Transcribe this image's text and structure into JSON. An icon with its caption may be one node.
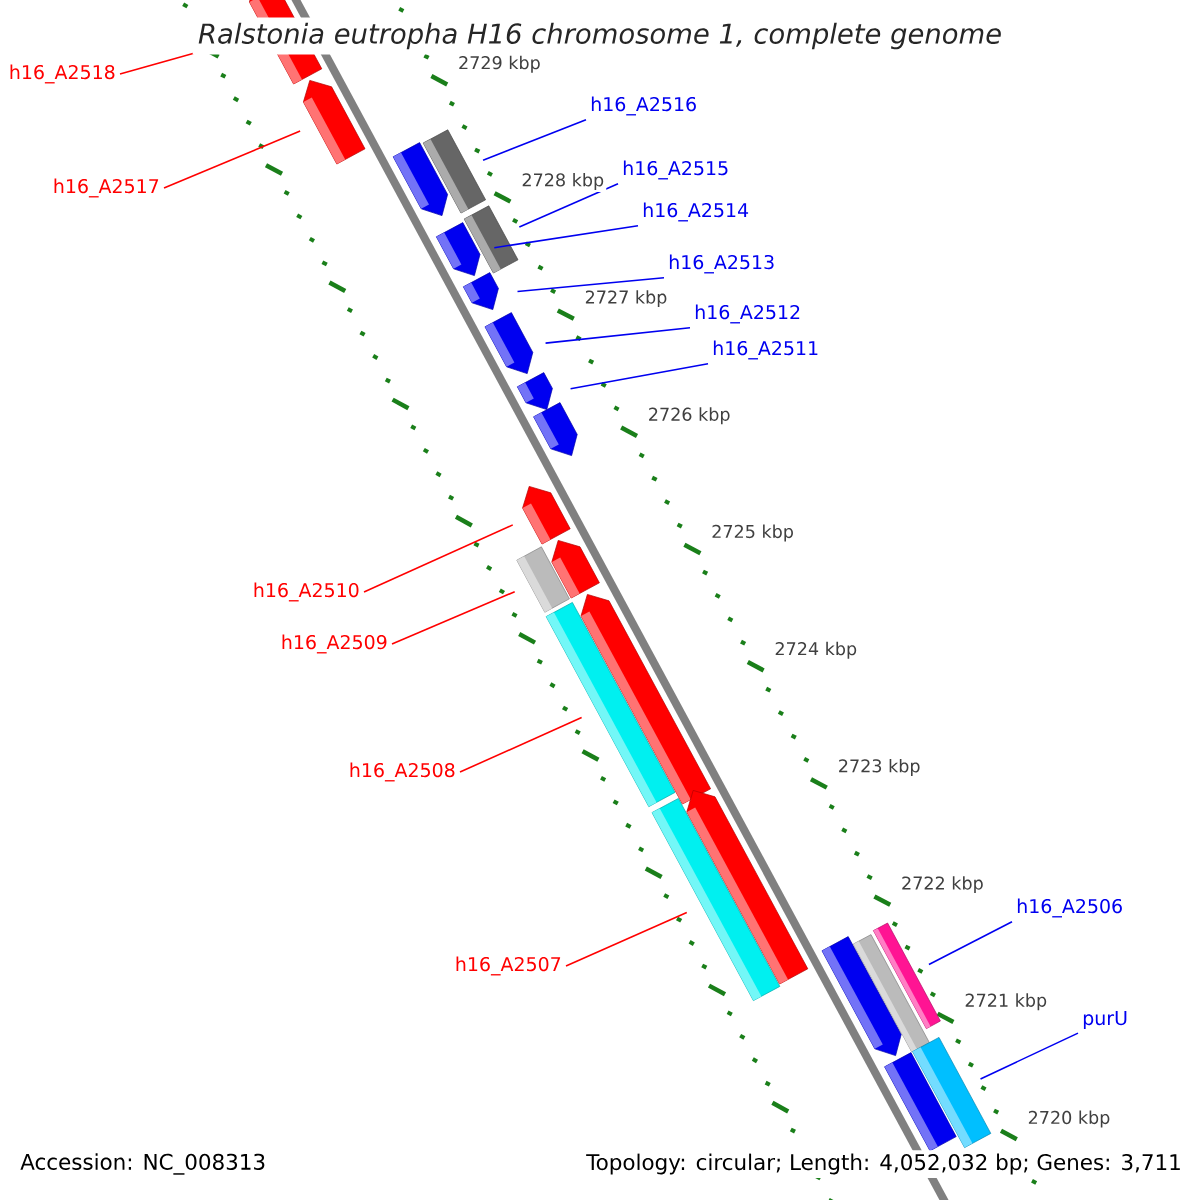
{
  "diagram": {
    "title": "Ralstonia eutropha H16 chromosome 1, complete genome",
    "nodes": [
      {
        "text": [
          "h16_A2518"
        ]
      },
      {
        "text": [
          "h16_A2516"
        ]
      },
      {
        "text": [
          "h16_A2515"
        ]
      },
      {
        "text": [
          "h16_A2517"
        ]
      },
      {
        "text": [
          "h16_A2514"
        ]
      },
      {
        "text": [
          "h16_A2513"
        ]
      },
      {
        "text": [
          "h16_A2512"
        ]
      },
      {
        "text": [
          "h16_A2511"
        ]
      },
      {
        "text": [
          "h16_A2510"
        ]
      },
      {
        "text": [
          "h16_A2509"
        ]
      },
      {
        "text": [
          "h16_A2508"
        ]
      },
      {
        "text": [
          "h16_A2506"
        ]
      },
      {
        "text": [
          "h16_A2507"
        ]
      },
      {
        "text": [
          "purU"
        ]
      },
      {
        "text": [],
        "shape": "bar"
      },
      {
        "text": [],
        "shape": "bar"
      },
      {
        "text": [],
        "shape": "bar"
      },
      {
        "text": [],
        "shape": "bar"
      },
      {
        "text": [],
        "shape": "bar"
      },
      {
        "text": [],
        "shape": "bar"
      },
      {
        "text": [],
        "shape": "bar"
      },
      {
        "text": [],
        "shape": "bar"
      },
      {
        "text": [],
        "shape": "bar"
      },
      {
        "text": [],
        "shape": "bar"
      },
      {
        "text": [],
        "shape": "bar"
      },
      {
        "text": [],
        "shape": "bar"
      },
      {
        "text": [],
        "shape": "bar"
      },
      {
        "text": [],
        "shape": "bar"
      },
      {
        "text": [],
        "shape": "bar"
      },
      {
        "text": [],
        "shape": "bar"
      },
      {
        "text": [],
        "shape": "bar"
      },
      {
        "text": [],
        "shape": "bar"
      },
      {
        "text": [],
        "shape": "bar"
      },
      {
        "text": [],
        "shape": "bar"
      },
      {
        "text": [],
        "shape": "bar"
      },
      {
        "text": [],
        "shape": "bar"
      }
    ],
    "edges": [
      {
        "from": 0,
        "to": 14,
        "arrow": "none",
        "color": "#ff0000"
      },
      {
        "from": 1,
        "to": 17,
        "arrow": "none"
      },
      {
        "from": 2,
        "to": 18,
        "arrow": "none"
      },
      {
        "from": 3,
        "to": 15,
        "arrow": "none",
        "color": "#ff0000"
      },
      {
        "from": 4,
        "to": 19,
        "arrow": "none"
      },
      {
        "from": 5,
        "to": 20,
        "arrow": "none"
      },
      {
        "from": 6,
        "to": 21,
        "arrow": "none"
      },
      {
        "from": 7,
        "to": 22,
        "arrow": "none"
      },
      {
        "from": 8,
        "to": 24,
        "arrow": "none",
        "color": "#ff0000"
      },
      {
        "from": 9,
        "to": 25,
        "arrow": "none",
        "color": "#ff0000"
      },
      {
        "from": 10,
        "to": 28,
        "arrow": "none",
        "color": "#ff0000"
      },
      {
        "from": 11,
        "to": 32,
        "arrow": "none"
      },
      {
        "from": 12,
        "to": 30,
        "arrow": "none",
        "color": "#ff0000"
      },
      {
        "from": 13,
        "to": 35,
        "arrow": "none"
      }
    ],
    "labels": [
      "2729 kbp",
      "2728 kbp",
      "2727 kbp",
      "2726 kbp",
      "2725 kbp",
      "2724 kbp",
      "2723 kbp",
      "2722 kbp",
      "2721 kbp",
      "2720 kbp",
      "Accession: NC_008313",
      "Topology: circular; Length: 4,052,032 bp; Genes: 3,711"
    ]
  }
}
